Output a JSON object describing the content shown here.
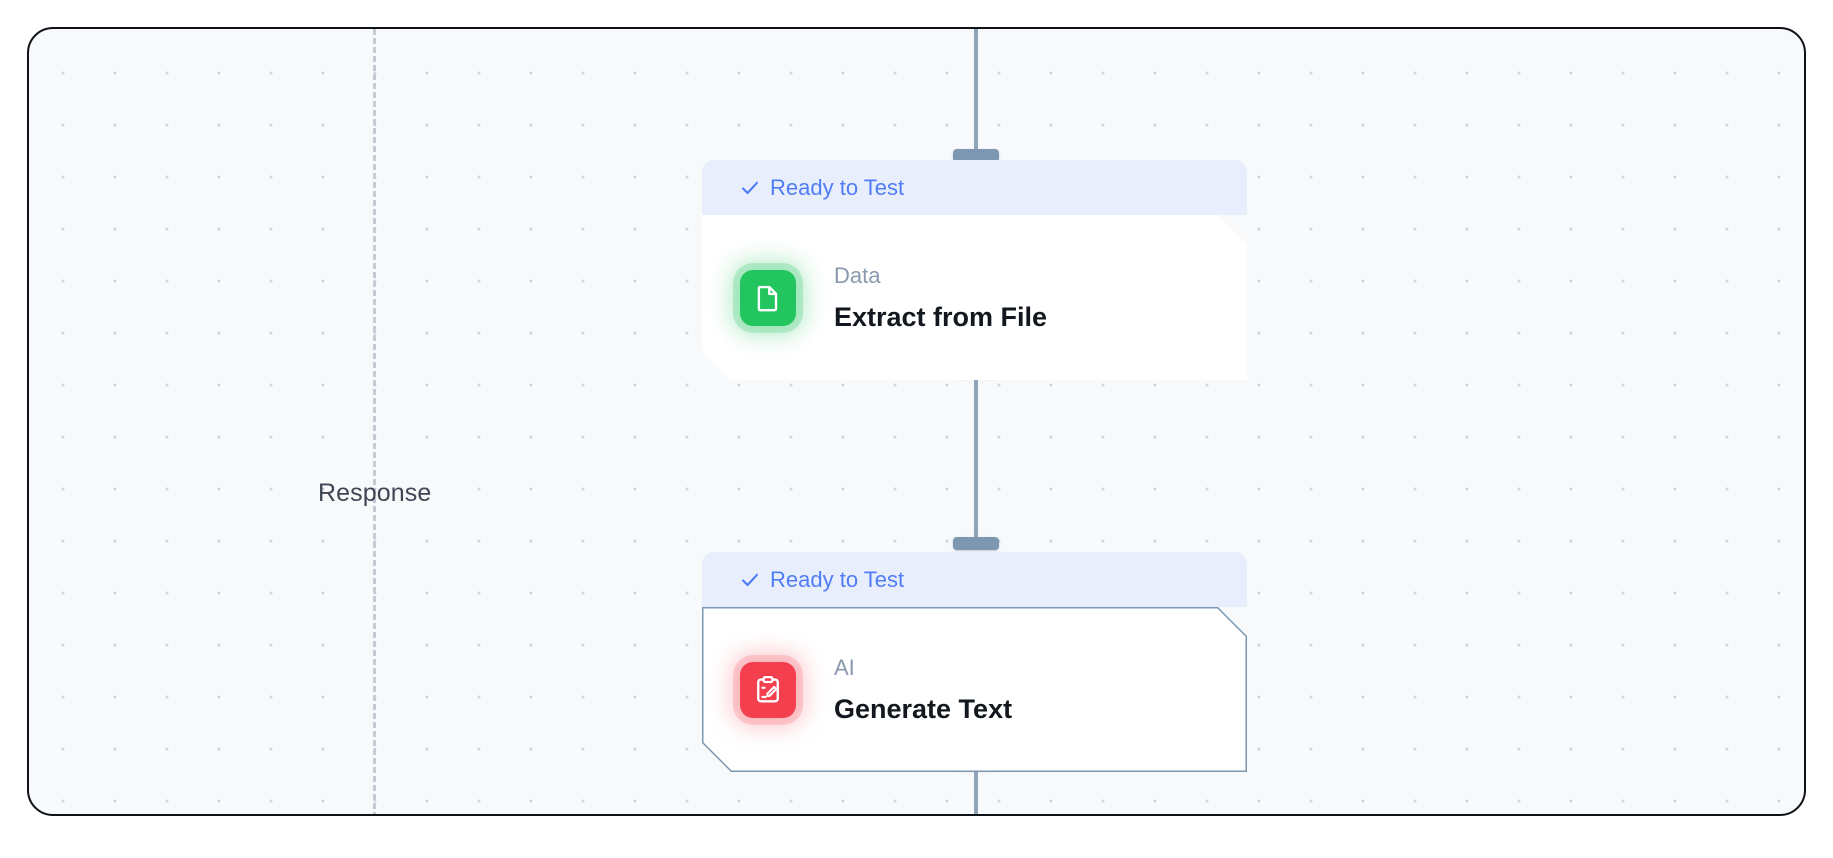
{
  "canvas": {
    "lane": {
      "label": "Response"
    },
    "grid": {
      "dot_color": "#c9ccd4",
      "background": "#f7f9fb"
    },
    "accent_color": "#4f7df5",
    "edge_color": "#8fa3b8"
  },
  "nodes": [
    {
      "id": "extract-from-file",
      "status_label": "Ready to Test",
      "status_icon": "check-icon",
      "category": "Data",
      "title": "Extract from File",
      "icon": "document-icon",
      "icon_color": "#22c55e",
      "selected": false
    },
    {
      "id": "generate-text",
      "status_label": "Ready to Test",
      "status_icon": "check-icon",
      "category": "AI",
      "title": "Generate Text",
      "icon": "clipboard-pencil-icon",
      "icon_color": "#f43f4e",
      "selected": true
    }
  ]
}
